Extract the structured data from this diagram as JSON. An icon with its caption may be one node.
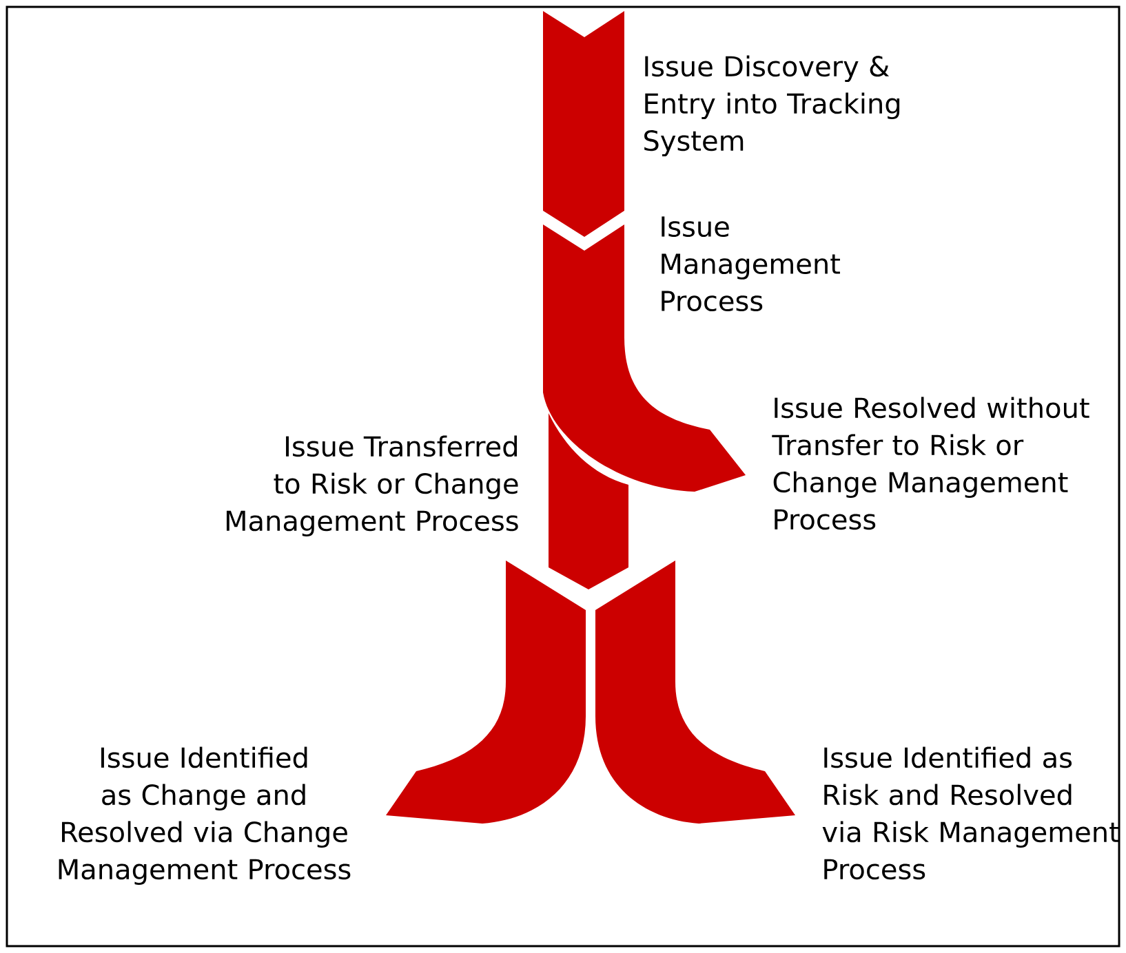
{
  "diagram": {
    "nodes": [
      {
        "text": [],
        "shape": "arrow",
        "beside": [
          "Issue Discovery & Entry into Tracking System"
        ]
      },
      {
        "text": [],
        "shape": "arrow",
        "beside": [
          "Issue Management Process",
          "Issue Resolved without Transfer to Risk or Change Management Process"
        ]
      },
      {
        "text": [],
        "shape": "arrow",
        "beside": [
          "Issue Transferred to Risk or Change Management Process"
        ]
      },
      {
        "text": [],
        "shape": "arrow",
        "beside": [
          "Issue Identified as Change and Resolved via Change Management Process"
        ]
      },
      {
        "text": [],
        "shape": "arrow",
        "beside": [
          "Issue Identified as Risk and Resolved via Risk Management Process"
        ]
      }
    ]
  }
}
